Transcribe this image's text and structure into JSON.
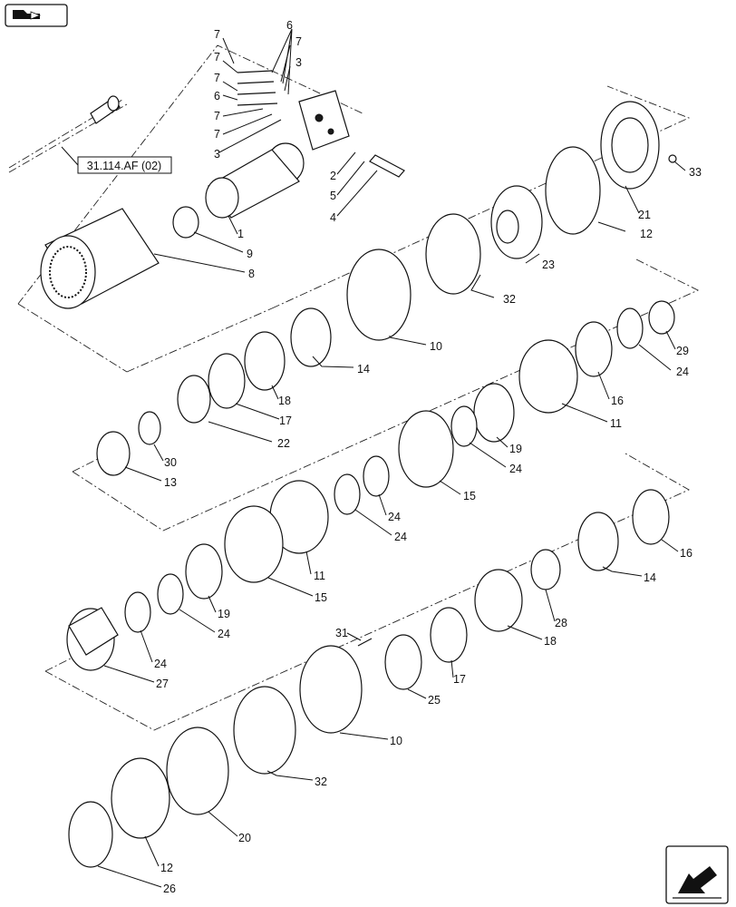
{
  "nav": {
    "top_icon": "book-arrow-icon",
    "bottom_icon": "next-page-arrow-icon"
  },
  "ref_label": "31.114.AF (02)",
  "callouts": {
    "c7a": "7",
    "c6a": "6",
    "c7b": "7",
    "c3a": "3",
    "c7c": "7",
    "c7d": "7",
    "c6b": "6",
    "c7e": "7",
    "c7f": "7",
    "c3b": "3",
    "c2": "2",
    "c5": "5",
    "c4": "4",
    "c1": "1",
    "c9": "9",
    "c8": "8",
    "c33": "33",
    "c21": "21",
    "c12a": "12",
    "c23": "23",
    "c32a": "32",
    "c10a": "10",
    "c14a": "14",
    "c18a": "18",
    "c17a": "17",
    "c22": "22",
    "c30": "30",
    "c13": "13",
    "c29": "29",
    "c24a": "24",
    "c16a": "16",
    "c11a": "11",
    "c19a": "19",
    "c24b": "24",
    "c15a": "15",
    "c24c": "24",
    "c24d": "24",
    "c11b": "11",
    "c15b": "15",
    "c19b": "19",
    "c24e": "24",
    "c24f": "24",
    "c27": "27",
    "c16b": "16",
    "c14b": "14",
    "c28": "28",
    "c18b": "18",
    "c31": "31",
    "c17b": "17",
    "c25": "25",
    "c10b": "10",
    "c32b": "32",
    "c20": "20",
    "c12b": "12",
    "c26": "26"
  }
}
